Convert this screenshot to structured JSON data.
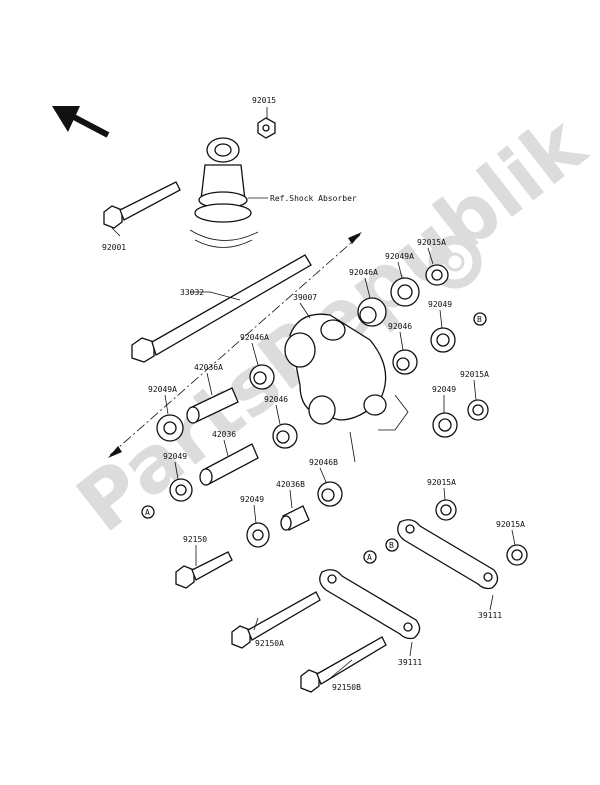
{
  "labels": {
    "p92015": "92015",
    "ref_shock": "Ref.Shock Absorber",
    "p92001": "92001",
    "p33032": "33032",
    "p39007": "39007",
    "p92046A_top": "92046A",
    "p92049A_top": "92049A",
    "p92015A_top": "92015A",
    "p92049_r1": "92049",
    "p92046_r": "92046",
    "p92046A_l": "92046A",
    "p42036A": "42036A",
    "p92049A_l": "92049A",
    "p92015A_mid": "92015A",
    "p92049_r2": "92049",
    "p92046_m": "92046",
    "p42036": "42036",
    "p92049_l": "92049",
    "p92046B": "92046B",
    "p42036B": "42036B",
    "p92049_b": "92049",
    "p92015A_b1": "92015A",
    "p92015A_b2": "92015A",
    "p92150": "92150",
    "p92150A": "92150A",
    "p92150B": "92150B",
    "p39111_a": "39111",
    "p39111_b": "39111",
    "callout_A": "A",
    "callout_B": "B"
  },
  "watermark": {
    "brand": "PartsRepublik"
  },
  "colors": {
    "ink": "#111111",
    "watermark": "#dcdcdc"
  }
}
